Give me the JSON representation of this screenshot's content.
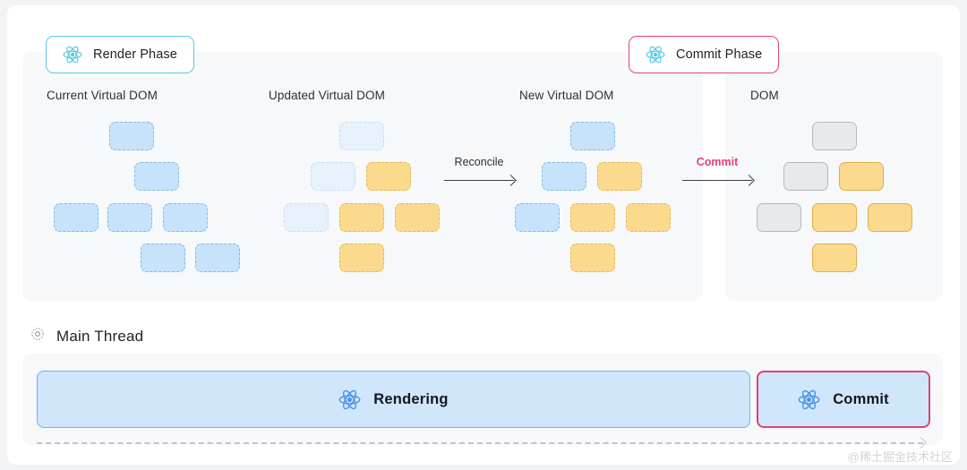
{
  "badges": {
    "render": {
      "label": "Render Phase",
      "icon": "react-atom-icon",
      "border_color": "#57c9e0"
    },
    "commit": {
      "label": "Commit Phase",
      "icon": "react-atom-icon",
      "border_color": "#e0427a"
    }
  },
  "columns": [
    {
      "title": "Current Virtual DOM"
    },
    {
      "title": "Updated Virtual DOM"
    },
    {
      "title": "New Virtual DOM"
    },
    {
      "title": "DOM"
    }
  ],
  "arrows": {
    "reconcile": {
      "label": "Reconcile",
      "color": "#2b2f36"
    },
    "commit": {
      "label": "Commit",
      "color": "#e0427a"
    }
  },
  "trees": {
    "current": {
      "style": "dashed",
      "nodes": [
        {
          "row": 1,
          "col": 2,
          "kind": "blue"
        },
        {
          "row": 2,
          "col": 1,
          "kind": "blue"
        },
        {
          "row": 2,
          "col": 2,
          "kind": "blue"
        },
        {
          "row": 3,
          "col": 0,
          "kind": "blue"
        },
        {
          "row": 3,
          "col": 1,
          "kind": "blue"
        },
        {
          "row": 3,
          "col": 2,
          "kind": "blue"
        },
        {
          "row": 4,
          "col": 1,
          "kind": "blue"
        },
        {
          "row": 4,
          "col": 2,
          "kind": "blue"
        }
      ]
    },
    "updated": {
      "style": "dashed",
      "nodes": [
        {
          "row": 1,
          "col": 1,
          "kind": "pale"
        },
        {
          "row": 2,
          "col": 0,
          "kind": "pale"
        },
        {
          "row": 2,
          "col": 1,
          "kind": "yellow"
        },
        {
          "row": 3,
          "col": 0,
          "kind": "pale"
        },
        {
          "row": 3,
          "col": 1,
          "kind": "yellow"
        },
        {
          "row": 3,
          "col": 2,
          "kind": "yellow"
        },
        {
          "row": 4,
          "col": 1,
          "kind": "yellow"
        }
      ]
    },
    "new": {
      "style": "dashed",
      "nodes": [
        {
          "row": 1,
          "col": 1,
          "kind": "blue"
        },
        {
          "row": 2,
          "col": 0,
          "kind": "blue"
        },
        {
          "row": 2,
          "col": 1,
          "kind": "yellow"
        },
        {
          "row": 3,
          "col": 0,
          "kind": "blue"
        },
        {
          "row": 3,
          "col": 1,
          "kind": "yellow"
        },
        {
          "row": 3,
          "col": 2,
          "kind": "yellow"
        },
        {
          "row": 4,
          "col": 1,
          "kind": "yellow"
        }
      ]
    },
    "dom": {
      "style": "solid",
      "nodes": [
        {
          "row": 1,
          "col": 1,
          "kind": "gray"
        },
        {
          "row": 2,
          "col": 0,
          "kind": "gray"
        },
        {
          "row": 2,
          "col": 1,
          "kind": "yellow"
        },
        {
          "row": 3,
          "col": 0,
          "kind": "gray"
        },
        {
          "row": 3,
          "col": 1,
          "kind": "yellow"
        },
        {
          "row": 3,
          "col": 2,
          "kind": "yellow"
        },
        {
          "row": 4,
          "col": 1,
          "kind": "yellow"
        }
      ]
    }
  },
  "main_thread": {
    "title": "Main Thread",
    "icon": "gear-icon",
    "bars": [
      {
        "label": "Rendering",
        "icon": "react-atom-icon",
        "border_color": "#6cb3e8",
        "fill_color": "#cfe6fb"
      },
      {
        "label": "Commit",
        "icon": "react-atom-icon",
        "border_color": "#e0427a",
        "fill_color": "#cfe6fb"
      }
    ]
  },
  "timeline": {
    "icon": "timeline-arrow-icon"
  },
  "watermark": "@稀土掘金技术社区",
  "colors": {
    "page_background": "#f2f3f5",
    "card_background": "#ffffff",
    "panel_background": "#f7f8fa",
    "node_blue": "#c7e3fb",
    "node_pale": "#e7f1fb",
    "node_yellow": "#fbda8e",
    "node_gray": "#e8e9eb",
    "accent_cyan": "#57c9e0",
    "accent_pink": "#e0427a"
  }
}
